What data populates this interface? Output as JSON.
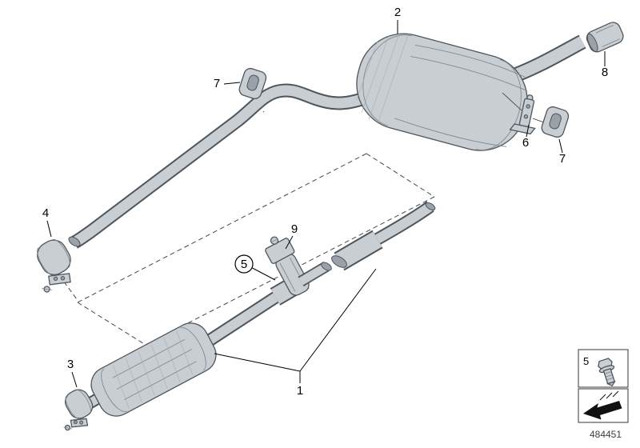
{
  "diagram": {
    "callouts": {
      "c1": "1",
      "c2": "2",
      "c3": "3",
      "c4": "4",
      "c5": "5",
      "c6": "6",
      "c7a": "7",
      "c7b": "7",
      "c8": "8",
      "c9": "9"
    },
    "legend": {
      "bolt_item": "5"
    },
    "part_number": "484451",
    "icons": {
      "legend_bolt": "bolt-icon",
      "legend_direction_arrow": "direction-arrow-icon"
    },
    "colors": {
      "background": "#ffffff",
      "part_fill": "#c9ced3",
      "part_stroke": "#4e555c",
      "hole_fill": "#9aa1a8",
      "detail_line": "#82898f",
      "callout_text": "#000000"
    }
  }
}
